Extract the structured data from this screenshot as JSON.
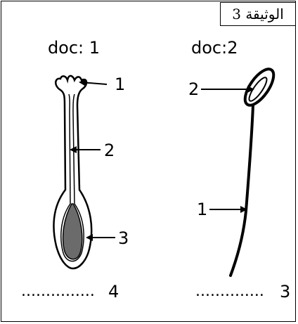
{
  "document_title": "الوثيقة 3",
  "doc1": {
    "label": "doc: 1",
    "callouts": [
      "1",
      "2",
      "3"
    ],
    "caption_dots": "...............",
    "caption_number": "4"
  },
  "doc2": {
    "label": "doc:2",
    "callouts": [
      "1",
      "2"
    ],
    "caption_dots": "..............",
    "caption_number": "3"
  }
}
